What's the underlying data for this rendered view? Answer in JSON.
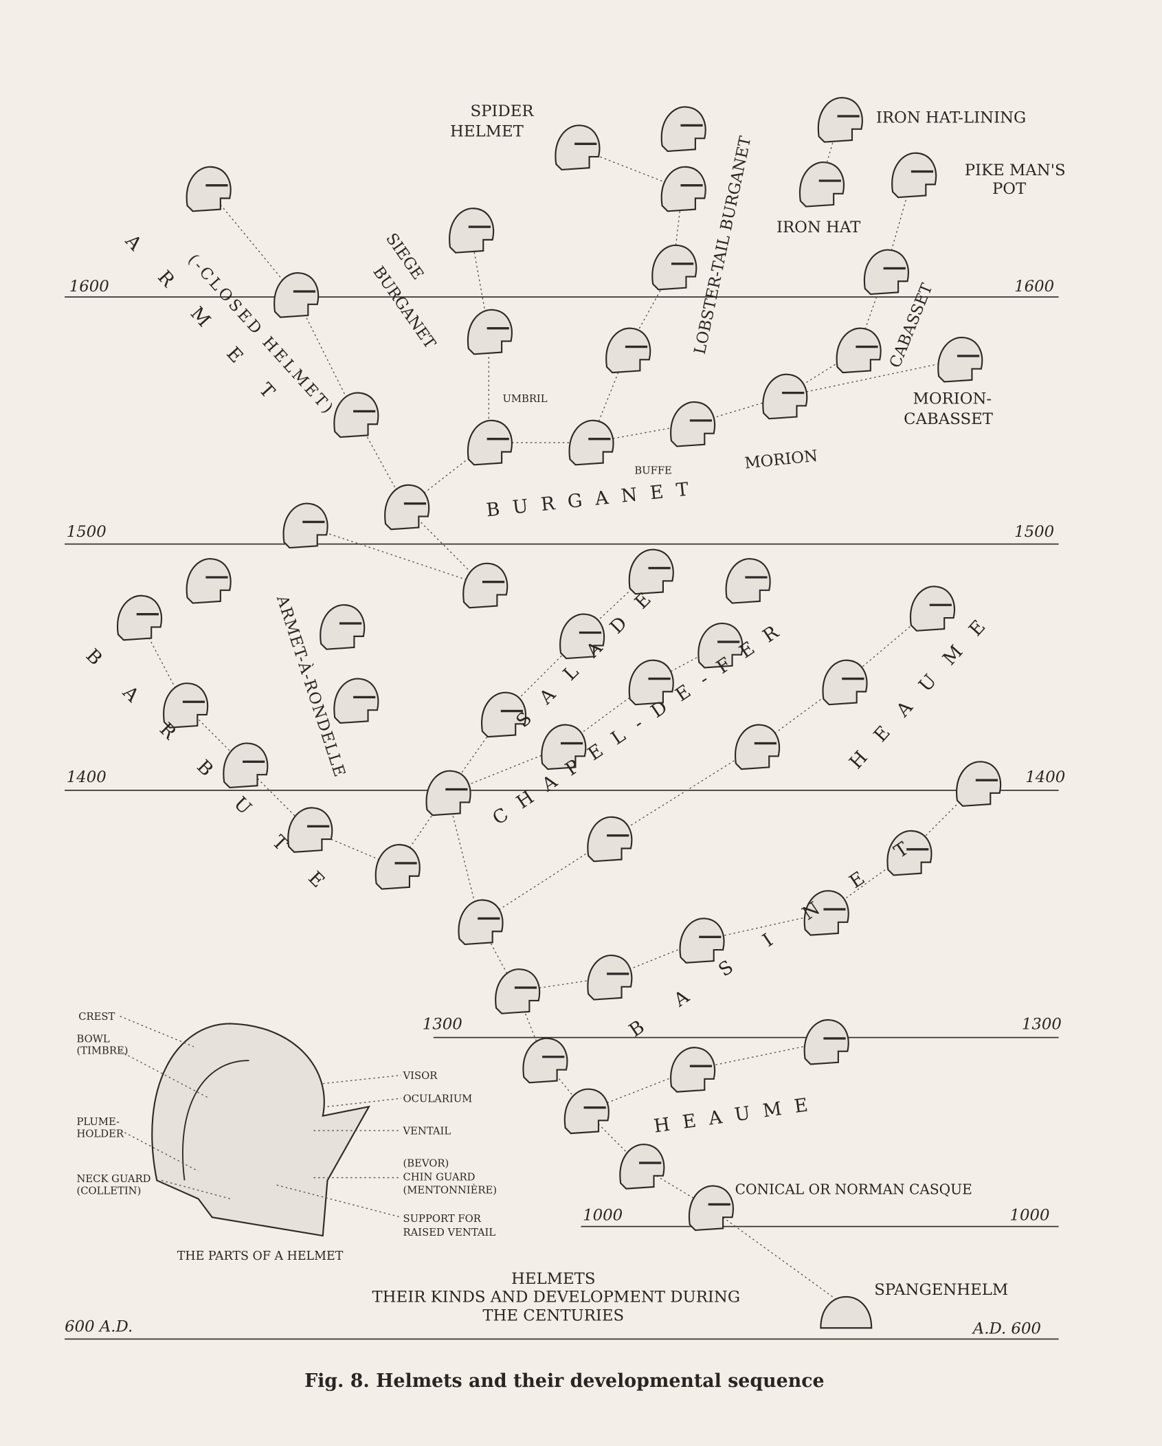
{
  "title": {
    "line1": "HELMETS",
    "line2": "THEIR KINDS AND DEVELOPMENT DURING",
    "line3": "THE CENTURIES"
  },
  "caption": "Fig. 8.  Helmets and their developmental sequence",
  "years": {
    "y1600": "1600",
    "y1500": "1500",
    "y1400": "1400",
    "y1300": "1300",
    "y1000": "1000",
    "left600": "600 A.D.",
    "right600": "A.D. 600"
  },
  "labels": {
    "spider_1": "SPIDER",
    "spider_2": "HELMET",
    "iron_hat_lining": "IRON HAT-LINING",
    "pikemans_1": "PIKE MAN'S",
    "pikemans_2": "POT",
    "iron_hat": "IRON HAT",
    "lobster": "LOBSTER-TAIL BURGANET",
    "siege_1": "SIEGE",
    "siege_2": "BURGANET",
    "armet": "ARMET",
    "closed": "(-CLOSED HELMET)",
    "cabasset": "CABASSET",
    "morion_cab_1": "MORION-",
    "morion_cab_2": "CABASSET",
    "morion": "MORION",
    "umbril": "UMBRIL",
    "buffe": "BUFFE",
    "burganet": "BURGANET",
    "salade": "SALADE",
    "chapel": "CHAPEL-DE-FER",
    "heaume_upper": "HEAUME",
    "armet_rondelle": "ARMET-À-RONDELLE",
    "barbute": "BARBUTE",
    "basinet": "BASINET",
    "heaume_lower": "HEAUME",
    "conical": "CONICAL OR NORMAN CASQUE",
    "spangenhelm": "SPANGENHELM"
  },
  "parts": {
    "crest": "CREST",
    "bowl_1": "BOWL",
    "bowl_2": "(TIMBRE)",
    "plume_1": "PLUME-",
    "plume_2": "HOLDER",
    "neck_1": "NECK GUARD",
    "neck_2": "(COLLETIN)",
    "visor": "VISOR",
    "ocularium": "OCULARIUM",
    "ventail": "VENTAIL",
    "chin_1": "(BEVOR)",
    "chin_2": "CHIN GUARD",
    "chin_3": "(MENTONNIÈRE)",
    "support_1": "SUPPORT FOR",
    "support_2": "RAISED VENTAIL",
    "title": "THE PARTS OF A HELMET"
  }
}
